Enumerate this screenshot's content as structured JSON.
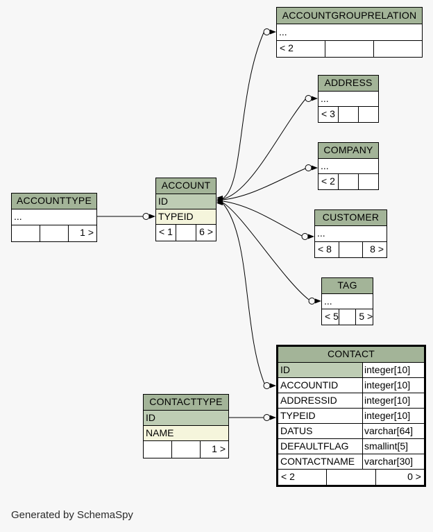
{
  "page": {
    "footer_note": "Generated by SchemaSpy"
  },
  "colors": {
    "background": "#f7f7f7",
    "table_header_green": "#a3b498",
    "primary_key_green": "#becdb4",
    "indexed_column_beige": "#f5f5dc",
    "table_body": "#ffffff",
    "border": "#000000",
    "line": "#000000"
  },
  "tables": [
    {
      "id": "accountgrouprelation",
      "name": "ACCOUNTGROUPRELATION",
      "rows": [
        {
          "label": "...",
          "style": "plain"
        }
      ],
      "footer": [
        "< 2",
        "",
        ""
      ]
    },
    {
      "id": "address",
      "name": "ADDRESS",
      "rows": [
        {
          "label": "...",
          "style": "plain"
        }
      ],
      "footer": [
        "< 3",
        "",
        ""
      ]
    },
    {
      "id": "company",
      "name": "COMPANY",
      "rows": [
        {
          "label": "...",
          "style": "plain"
        }
      ],
      "footer": [
        "< 2",
        "",
        ""
      ]
    },
    {
      "id": "customer",
      "name": "CUSTOMER",
      "rows": [
        {
          "label": "...",
          "style": "plain"
        }
      ],
      "footer": [
        "< 8",
        "",
        "8 >"
      ]
    },
    {
      "id": "tag",
      "name": "TAG",
      "rows": [
        {
          "label": "...",
          "style": "plain"
        }
      ],
      "footer": [
        "< 5",
        "",
        "5 >"
      ]
    },
    {
      "id": "contact",
      "name": "CONTACT",
      "emphasized": true,
      "rows": [
        {
          "label": "ID",
          "type": "integer[10]",
          "style": "pk"
        },
        {
          "label": "ACCOUNTID",
          "type": "integer[10]",
          "style": "plain"
        },
        {
          "label": "ADDRESSID",
          "type": "integer[10]",
          "style": "plain"
        },
        {
          "label": "TYPEID",
          "type": "integer[10]",
          "style": "plain"
        },
        {
          "label": "DATUS",
          "type": "varchar[64]",
          "style": "plain"
        },
        {
          "label": "DEFAULTFLAG",
          "type": "smallint[5]",
          "style": "plain"
        },
        {
          "label": "CONTACTNAME",
          "type": "varchar[30]",
          "style": "plain"
        }
      ],
      "footer": [
        "< 2",
        "",
        "0 >"
      ]
    },
    {
      "id": "account",
      "name": "ACCOUNT",
      "rows": [
        {
          "label": "ID",
          "style": "pk"
        },
        {
          "label": "TYPEID",
          "style": "fk"
        }
      ],
      "footer": [
        "< 1",
        "",
        "6 >"
      ]
    },
    {
      "id": "accounttype",
      "name": "ACCOUNTTYPE",
      "rows": [
        {
          "label": "...",
          "style": "plain"
        }
      ],
      "footer": [
        "",
        "",
        "1 >"
      ]
    },
    {
      "id": "contacttype",
      "name": "CONTACTTYPE",
      "rows": [
        {
          "label": "ID",
          "style": "pk"
        },
        {
          "label": "NAME",
          "style": "fk"
        }
      ],
      "footer": [
        "",
        "",
        "1 >"
      ]
    }
  ],
  "relationships": [
    {
      "from": "ACCOUNT.ID",
      "to": "ACCOUNTGROUPRELATION"
    },
    {
      "from": "ACCOUNT.ID",
      "to": "ADDRESS"
    },
    {
      "from": "ACCOUNT.ID",
      "to": "COMPANY"
    },
    {
      "from": "ACCOUNT.ID",
      "to": "CUSTOMER"
    },
    {
      "from": "ACCOUNT.ID",
      "to": "TAG"
    },
    {
      "from": "ACCOUNT.ID",
      "to": "CONTACT.ACCOUNTID"
    },
    {
      "from": "ACCOUNTTYPE",
      "to": "ACCOUNT.TYPEID"
    },
    {
      "from": "CONTACTTYPE.ID",
      "to": "CONTACT.TYPEID"
    }
  ]
}
